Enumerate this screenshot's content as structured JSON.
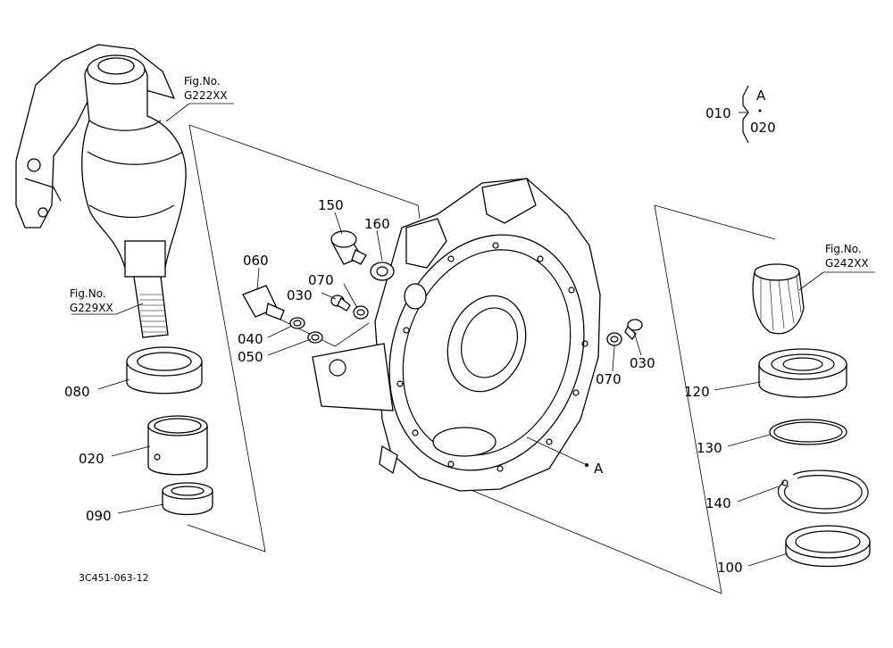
{
  "drawing_code": "3C451-063-12",
  "legend": {
    "part_a": "010",
    "label_a": "A",
    "part_b": "020"
  },
  "figure_refs": [
    {
      "id": "g222",
      "line1": "Fig.No.",
      "line2": "G222XX"
    },
    {
      "id": "g229",
      "line1": "Fig.No.",
      "line2": "G229XX"
    },
    {
      "id": "g242",
      "line1": "Fig.No.",
      "line2": "G242XX"
    }
  ],
  "point_a": "A",
  "callouts": {
    "p150": "150",
    "p160": "160",
    "p060": "060",
    "p070a": "070",
    "p030a": "030",
    "p040": "040",
    "p050": "050",
    "p070b": "070",
    "p030b": "030",
    "p080": "080",
    "p020": "020",
    "p090": "090",
    "p120": "120",
    "p130": "130",
    "p140": "140",
    "p100": "100"
  }
}
